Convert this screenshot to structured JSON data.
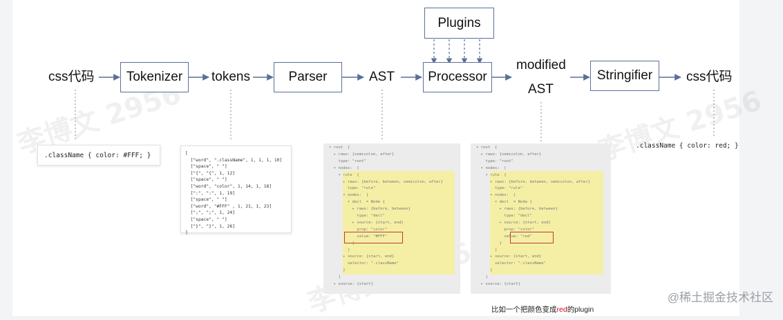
{
  "nodes": {
    "css_in": "css代码",
    "tokenizer": "Tokenizer",
    "tokens": "tokens",
    "parser": "Parser",
    "ast": "AST",
    "plugins": "Plugins",
    "processor": "Processor",
    "modified_line1": "modified",
    "modified_line2": "AST",
    "stringifier": "Stringifier",
    "css_out": "css代码"
  },
  "input_css": ".className { color: #FFF; }",
  "output_css": ".className { color: red; }",
  "tokens_lines": [
    "[",
    "  [\"word\", \".className\", 1, 1, 1, 10]",
    "  [\"space\", \" \"]",
    "  [\"{\", \"{\", 1, 12]",
    "  [\"space\", \" \"]",
    "  [\"word\", \"color\", 1, 14, 1, 18]",
    "  [\":\", \":\", 1, 19]",
    "  [\"space\", \" \"]",
    "  [\"word\", \"#FFF\" , 1, 21, 1, 23]",
    "  [\";\", \";\", 1, 24]",
    "  [\"space\", \" \"]",
    "  [\"}\", \"}\", 1, 26]",
    "]"
  ],
  "ast_left": [
    "▾ root  {",
    "  ▸ raws: {semicolon, after}",
    "    type: \"root\"",
    "  ▾ nodes:  [",
    "    ▾ rule  {",
    "      ▸ raws: {before, between, semicolon, after}",
    "        type: \"rule\"",
    "      ▾ nodes:  [",
    "        ▾ decl  = Node {",
    "          ▸ raws: {before, between}",
    "            type: \"decl\"",
    "          ▸ source: {start, end}",
    "            prop: \"color\"",
    "            value: \"#FFF\"",
    "          }",
    "        ]",
    "      ▸ source: {start, end}",
    "        selector: \".className\"",
    "      }",
    "    ]",
    "  ▸ source: {start}"
  ],
  "ast_right": [
    "▾ root  {",
    "  ▸ raws: {semicolon, after}",
    "    type: \"root\"",
    "  ▾ nodes:  [",
    "    ▾ rule  {",
    "      ▸ raws: {before, between, semicolon, after}",
    "        type: \"rule\"",
    "      ▾ nodes:  [",
    "        ▾ decl  = Node {",
    "          ▸ raws: {before, between}",
    "            type: \"decl\"",
    "          ▸ source: {start, end}",
    "            prop: \"color\"",
    "            value: \"red\"",
    "          }",
    "        ]",
    "      ▸ source: {start, end}",
    "        selector: \".className\"",
    "      }",
    "    ]",
    "  ▸ source: {start}"
  ],
  "caption": {
    "before": "比如一个把颜色变成",
    "highlight": "red",
    "after": "的plugin"
  },
  "watermark": "李博文 2956",
  "site_watermark": "@稀土掘金技术社区",
  "colors": {
    "box_border": "#5a6f99",
    "arrow": "#5a6f99",
    "highlight": "#f5efa6",
    "red_box": "#c0392b",
    "caption_red": "#d0021b"
  }
}
